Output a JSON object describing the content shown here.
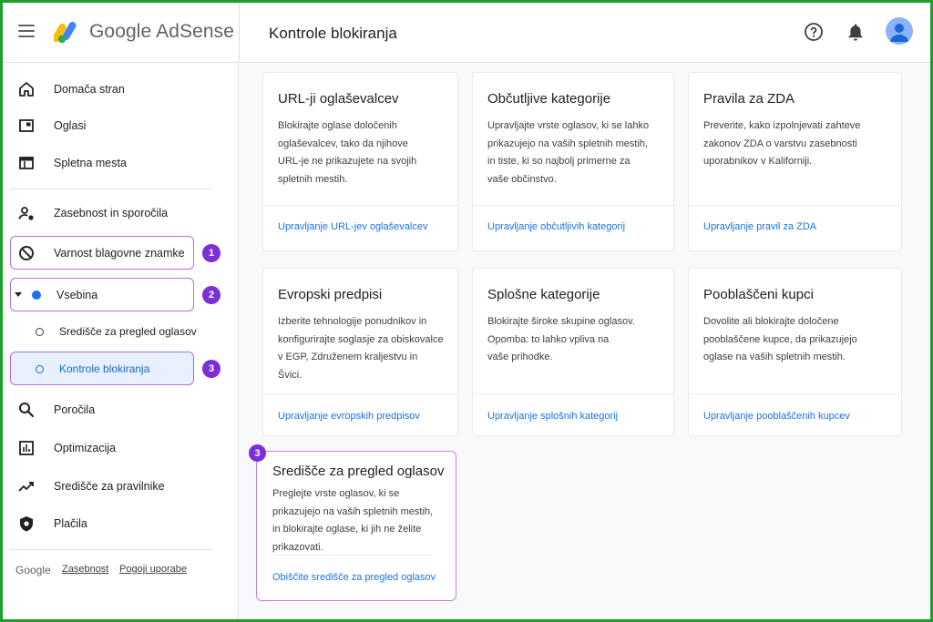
{
  "app": {
    "logo_text": "Google AdSense",
    "page_title": "Kontrole blokiranja"
  },
  "icons": {
    "menu": "hamburger-menu-icon",
    "help": "help-circle-icon",
    "notifications": "bell-icon",
    "account": "avatar-icon"
  },
  "colors": {
    "accent_blue": "#1a73e8",
    "highlight_purple": "#b86ddb",
    "badge_purple": "#7b2fd6",
    "frame_green": "#1e9e2e",
    "selected_bg": "#e8f0fe"
  },
  "sidebar": {
    "home": "Domača stran",
    "ads": "Oglasi",
    "sites": "Spletna mesta",
    "privacy": "Zasebnost in sporočila",
    "brand_safety": "Varnost blagovne znamke",
    "content": "Vsebina",
    "ad_review": "Središče za pregled oglasov",
    "blocking": "Kontrole blokiranja",
    "reports": "Poročila",
    "optimization": "Optimizacija",
    "policy_center": "Središče za pravilnike",
    "payments": "Plačila"
  },
  "badges": {
    "b1": "1",
    "b2": "2",
    "b3": "3",
    "b4": "3"
  },
  "footer": {
    "google": "Google",
    "privacy": "Zasebnost",
    "terms": "Pogoji uporabe"
  },
  "cards": [
    {
      "title": "URL-ji oglaševalcev",
      "desc": [
        "Blokirajte oglase določenih",
        "oglaševalcev, tako da njihove",
        "URL-je ne prikazujete na svojih",
        "spletnih mestih."
      ],
      "link": "Upravljanje URL-jev oglaševalcev"
    },
    {
      "title": "Občutljive kategorije",
      "desc": [
        "Upravljajte vrste oglasov, ki se lahko",
        "prikazujejo na vaših spletnih mestih,",
        "in tiste, ki so najbolj primerne za",
        "vaše občinstvo."
      ],
      "link": "Upravljanje občutljivih kategorij"
    },
    {
      "title": "Pravila za ZDA",
      "desc": [
        "Preverite, kako izpolnjevati zahteve",
        "zakonov ZDA o varstvu zasebnosti",
        "uporabnikov v Kaliforniji."
      ],
      "link": "Upravljanje pravil za ZDA"
    },
    {
      "title": "Evropski predpisi",
      "desc": [
        "Izberite tehnologije ponudnikov in",
        "konfigurirajte soglasje za obiskovalce",
        "v EGP, Združenem kraljestvu in",
        "Švici."
      ],
      "link": "Upravljanje evropskih predpisov"
    },
    {
      "title": "Splošne kategorije",
      "desc": [
        "Blokirajte široke skupine oglasov.",
        "Opomba: to lahko vpliva na",
        "vaše prihodke."
      ],
      "link": "Upravljanje splošnih kategorij"
    },
    {
      "title": "Pooblaščeni kupci",
      "desc": [
        "Dovolite ali blokirajte določene",
        "pooblaščene kupce, da prikazujejo",
        "oglase na vaših spletnih mestih."
      ],
      "link": "Upravljanje pooblaščenih kupcev"
    },
    {
      "title": "Središče za pregled oglasov",
      "desc": [
        "Preglejte vrste oglasov, ki se",
        "prikazujejo na vaših spletnih mestih,",
        "in blokirajte oglase, ki jih ne želite",
        "prikazovati."
      ],
      "link": "Obiščite središče za pregled oglasov"
    }
  ]
}
